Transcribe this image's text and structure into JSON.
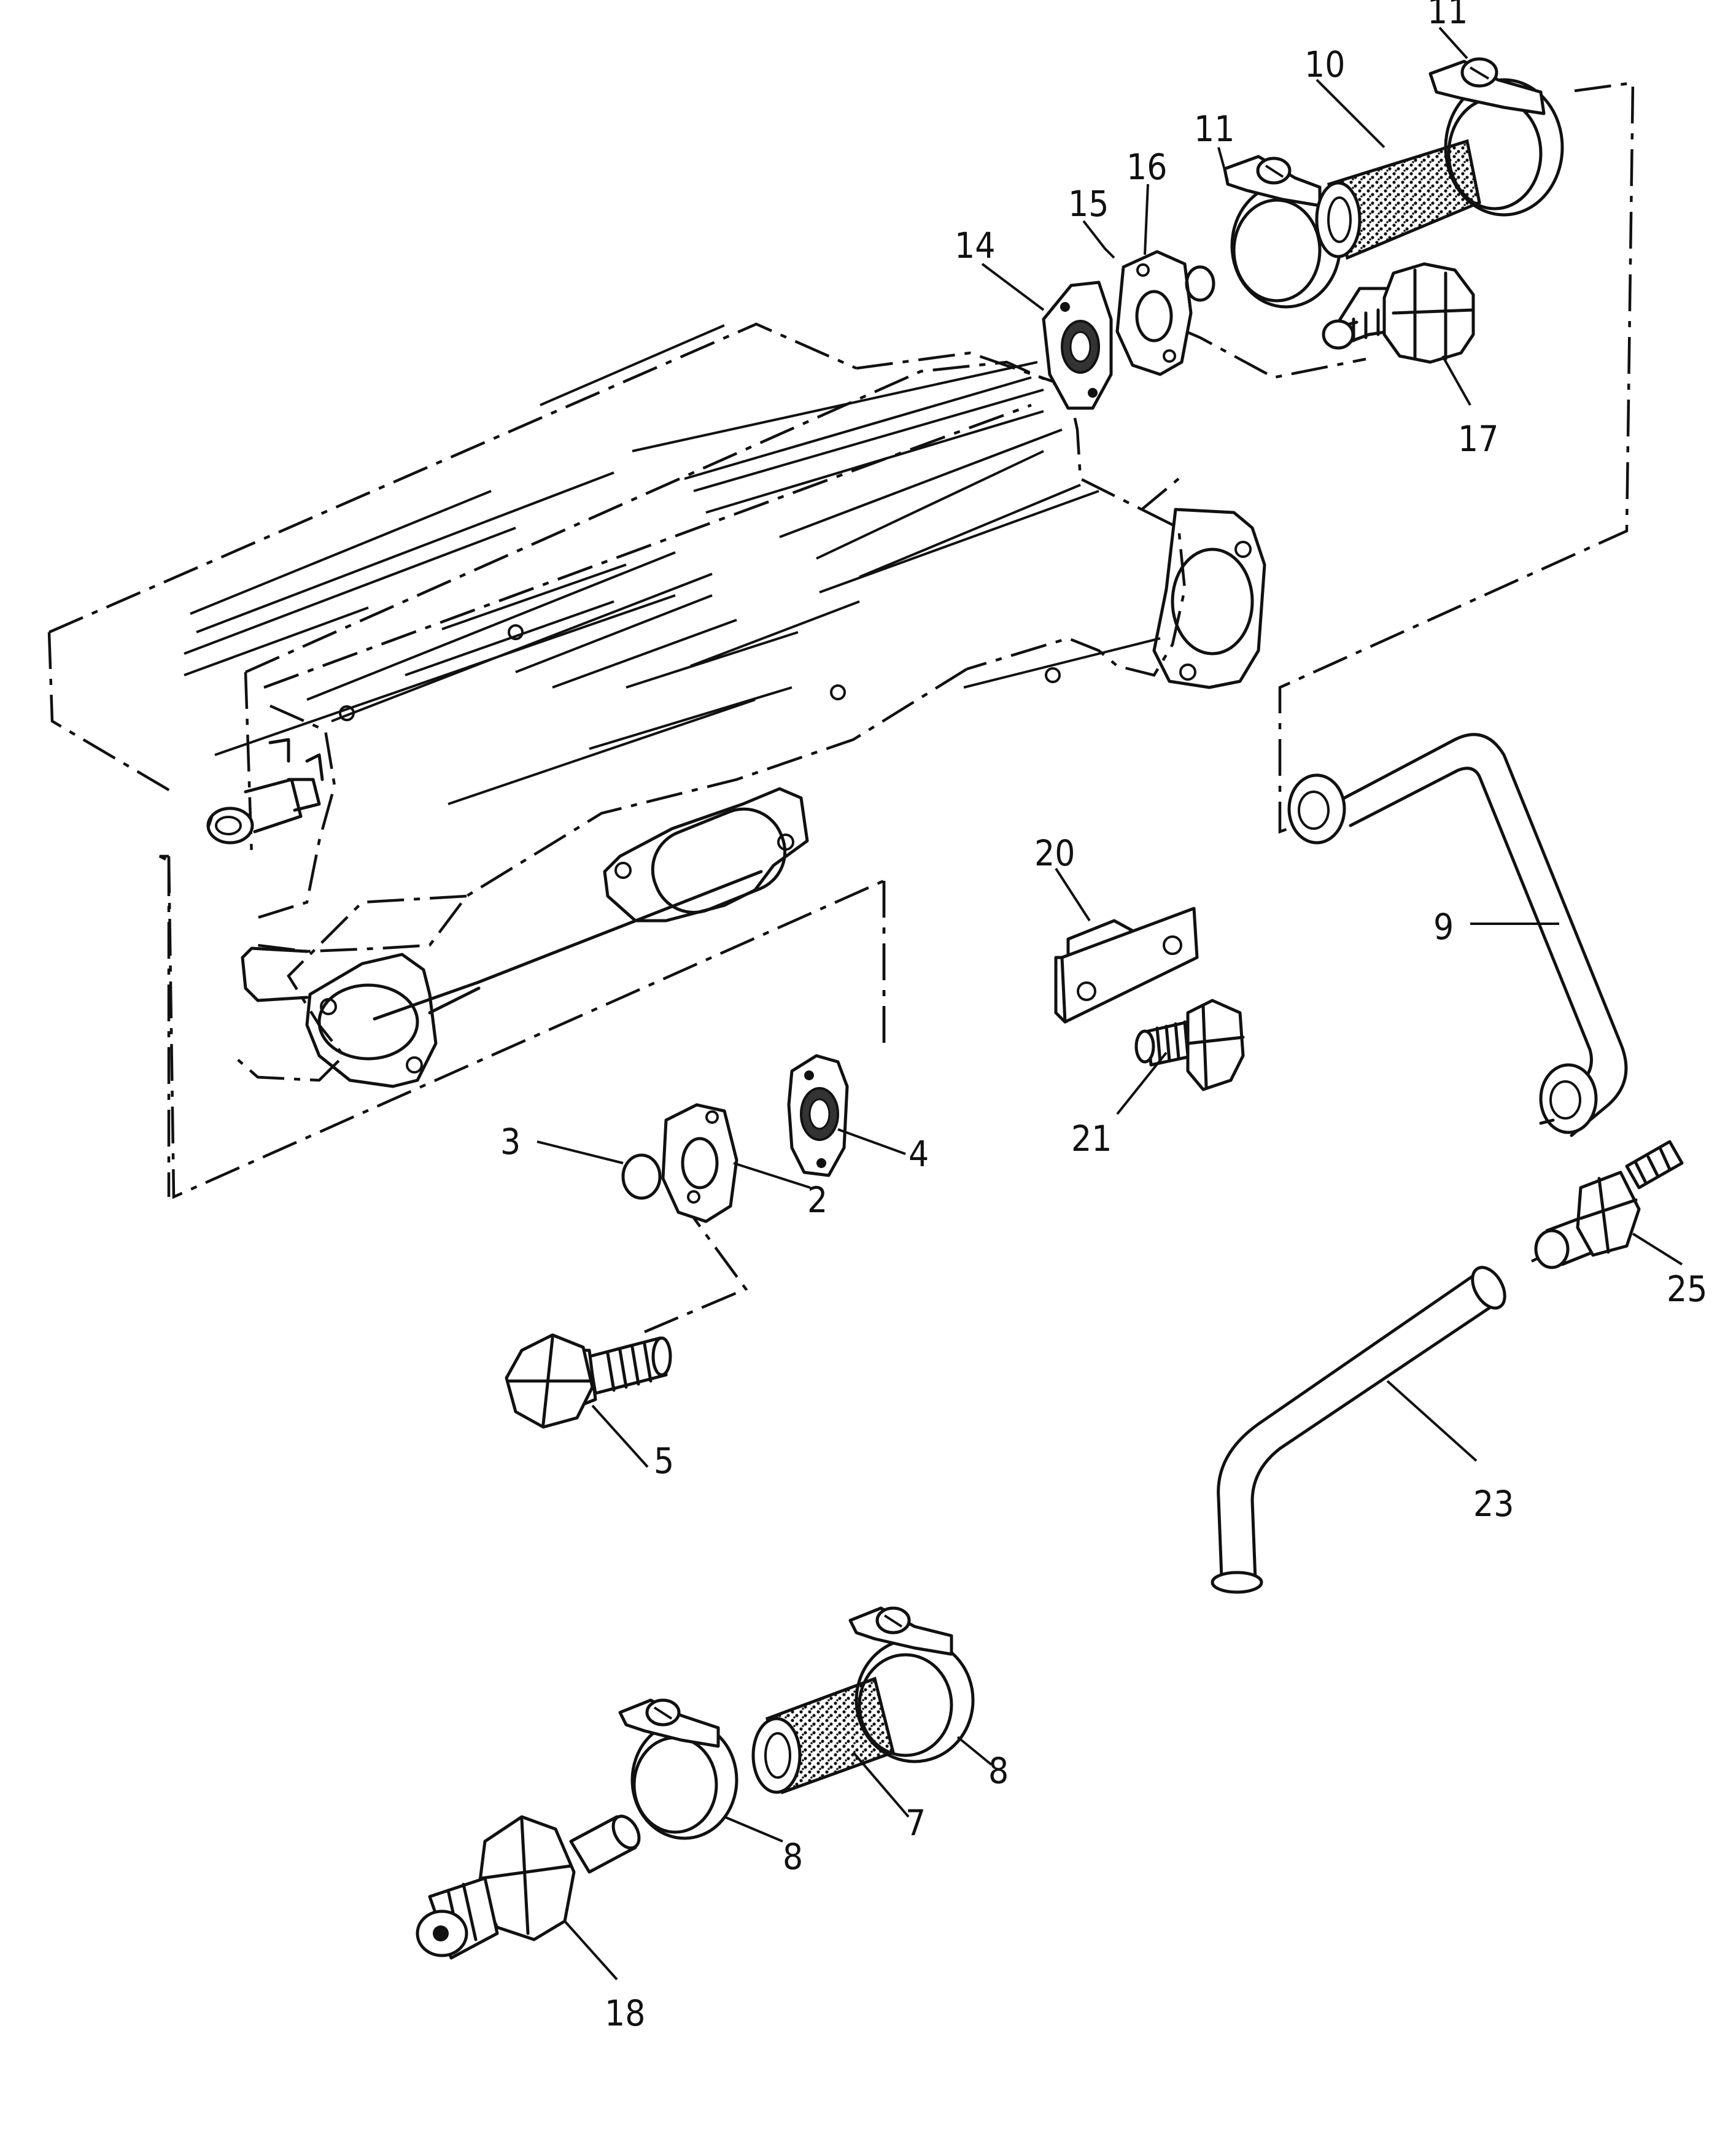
{
  "callouts": {
    "c2": "2",
    "c3": "3",
    "c4": "4",
    "c5": "5",
    "c7": "7",
    "c8a": "8",
    "c8b": "8",
    "c9": "9",
    "c10": "10",
    "c11a": "11",
    "c11b": "11",
    "c14": "14",
    "c15": "15",
    "c16": "16",
    "c17": "17",
    "c18": "18",
    "c20": "20",
    "c21": "21",
    "c23": "23",
    "c25": "25"
  }
}
